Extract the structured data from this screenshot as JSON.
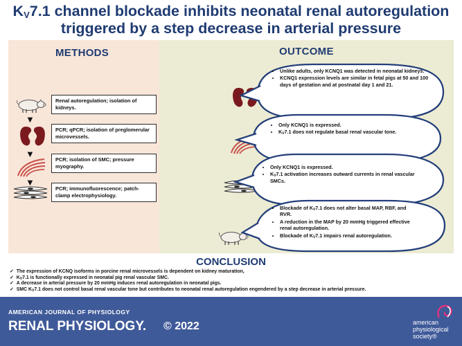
{
  "title": {
    "line1_pre": "K",
    "line1_sub": "V",
    "line1_post": "7.1 channel blockade inhibits neonatal renal autoregulation",
    "line2": "triggered by a step decrease in arterial pressure"
  },
  "methods": {
    "heading": "METHODS",
    "steps": [
      {
        "icon": "pig-icon",
        "text": "Renal autoregulation; isolation of kidneys."
      },
      {
        "icon": "kidneys-icon",
        "text": "PCR; qPCR; isolation of preglomerular microvessels."
      },
      {
        "icon": "vessels-icon",
        "text": "PCR; isolation of SMC; pressure myography."
      },
      {
        "icon": "smooth-muscle-cells-icon",
        "text": "PCR; immunofluorescence; patch-clamp electrophysiology."
      }
    ]
  },
  "outcome": {
    "heading": "OUTCOME",
    "bubbles": [
      {
        "items": [
          "Unlike adults, only KCNQ1 was detected in neonatal kidneys.",
          "KCNQ1 expression levels are similar in fetal pigs at 50 and 100 days of gestation and at postnatal day 1 and 21."
        ]
      },
      {
        "items": [
          "Only KCNQ1 is expressed.",
          "KV7.1 does not regulate basal renal vascular tone."
        ]
      },
      {
        "items": [
          "Only KCNQ1 is expressed.",
          "KV7.1 activation increases outward currents in renal vascular SMCs."
        ]
      },
      {
        "items": [
          "Blockade of KV7.1 does not alter basal MAP, RBF, and RVR.",
          "A reduction in the MAP by 20 mmHg triggered effective renal autoregulation.",
          "Blockade of KV7.1 impairs renal autoregulation."
        ]
      }
    ]
  },
  "conclusion": {
    "heading": "CONCLUSION",
    "items": [
      "The expression of KCNQ isoforms in porcine renal microvessels is dependent on kidney maturation,",
      "KV7.1 is functionally expressed in neonatal pig renal vascular SMC.",
      "A decrease in arterial pressure by 20 mmHg induces renal autoregulation in neonatal pigs.",
      "SMC KV7.1 does not control basal renal vascular tone but contributes to neonatal renal autoregulation engendered by a step decrease in arterial pressure."
    ]
  },
  "footer": {
    "journal_line": "AMERICAN JOURNAL OF PHYSIOLOGY",
    "journal_name": "RENAL PHYSIOLOGY.",
    "year": "© 2022",
    "society_line1": "american",
    "society_line2": "physiological",
    "society_line3": "society®"
  },
  "colors": {
    "title": "#1f3b72",
    "methods_bg": "#f8e6d9",
    "outcome_bg": "#ecebd3",
    "bubble_border": "#233f7a",
    "kidney": "#7a1a1e",
    "footer_bg": "#3f5a99"
  }
}
